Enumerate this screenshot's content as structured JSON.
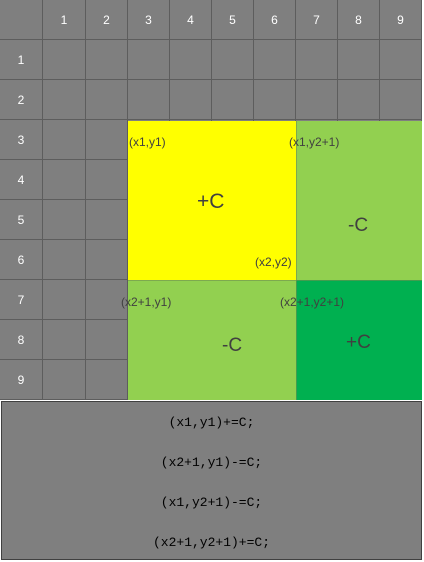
{
  "columns": [
    "1",
    "2",
    "3",
    "4",
    "5",
    "6",
    "7",
    "8",
    "9"
  ],
  "rows": [
    "1",
    "2",
    "3",
    "4",
    "5",
    "6",
    "7",
    "8",
    "9"
  ],
  "regions": [
    {
      "name": "region-plus-top-left",
      "color": "#ffff00",
      "sign": "+C",
      "tl": "(x1,y1)",
      "br": "(x2,y2)"
    },
    {
      "name": "region-minus-top-right",
      "color": "#92d050",
      "sign": "-C",
      "tl": "(x1,y2+1)"
    },
    {
      "name": "region-minus-bottom-left",
      "color": "#92d050",
      "sign": "-C",
      "tl": "(x2+1,y1)"
    },
    {
      "name": "region-plus-bottom-right",
      "color": "#00b050",
      "sign": "+C",
      "tl": "(x2+1,y2+1)"
    }
  ],
  "code_lines": [
    "(x1,y1)+=C;",
    "(x2+1,y1)-=C;",
    "(x1,y2+1)-=C;",
    "(x2+1,y2+1)+=C;"
  ]
}
